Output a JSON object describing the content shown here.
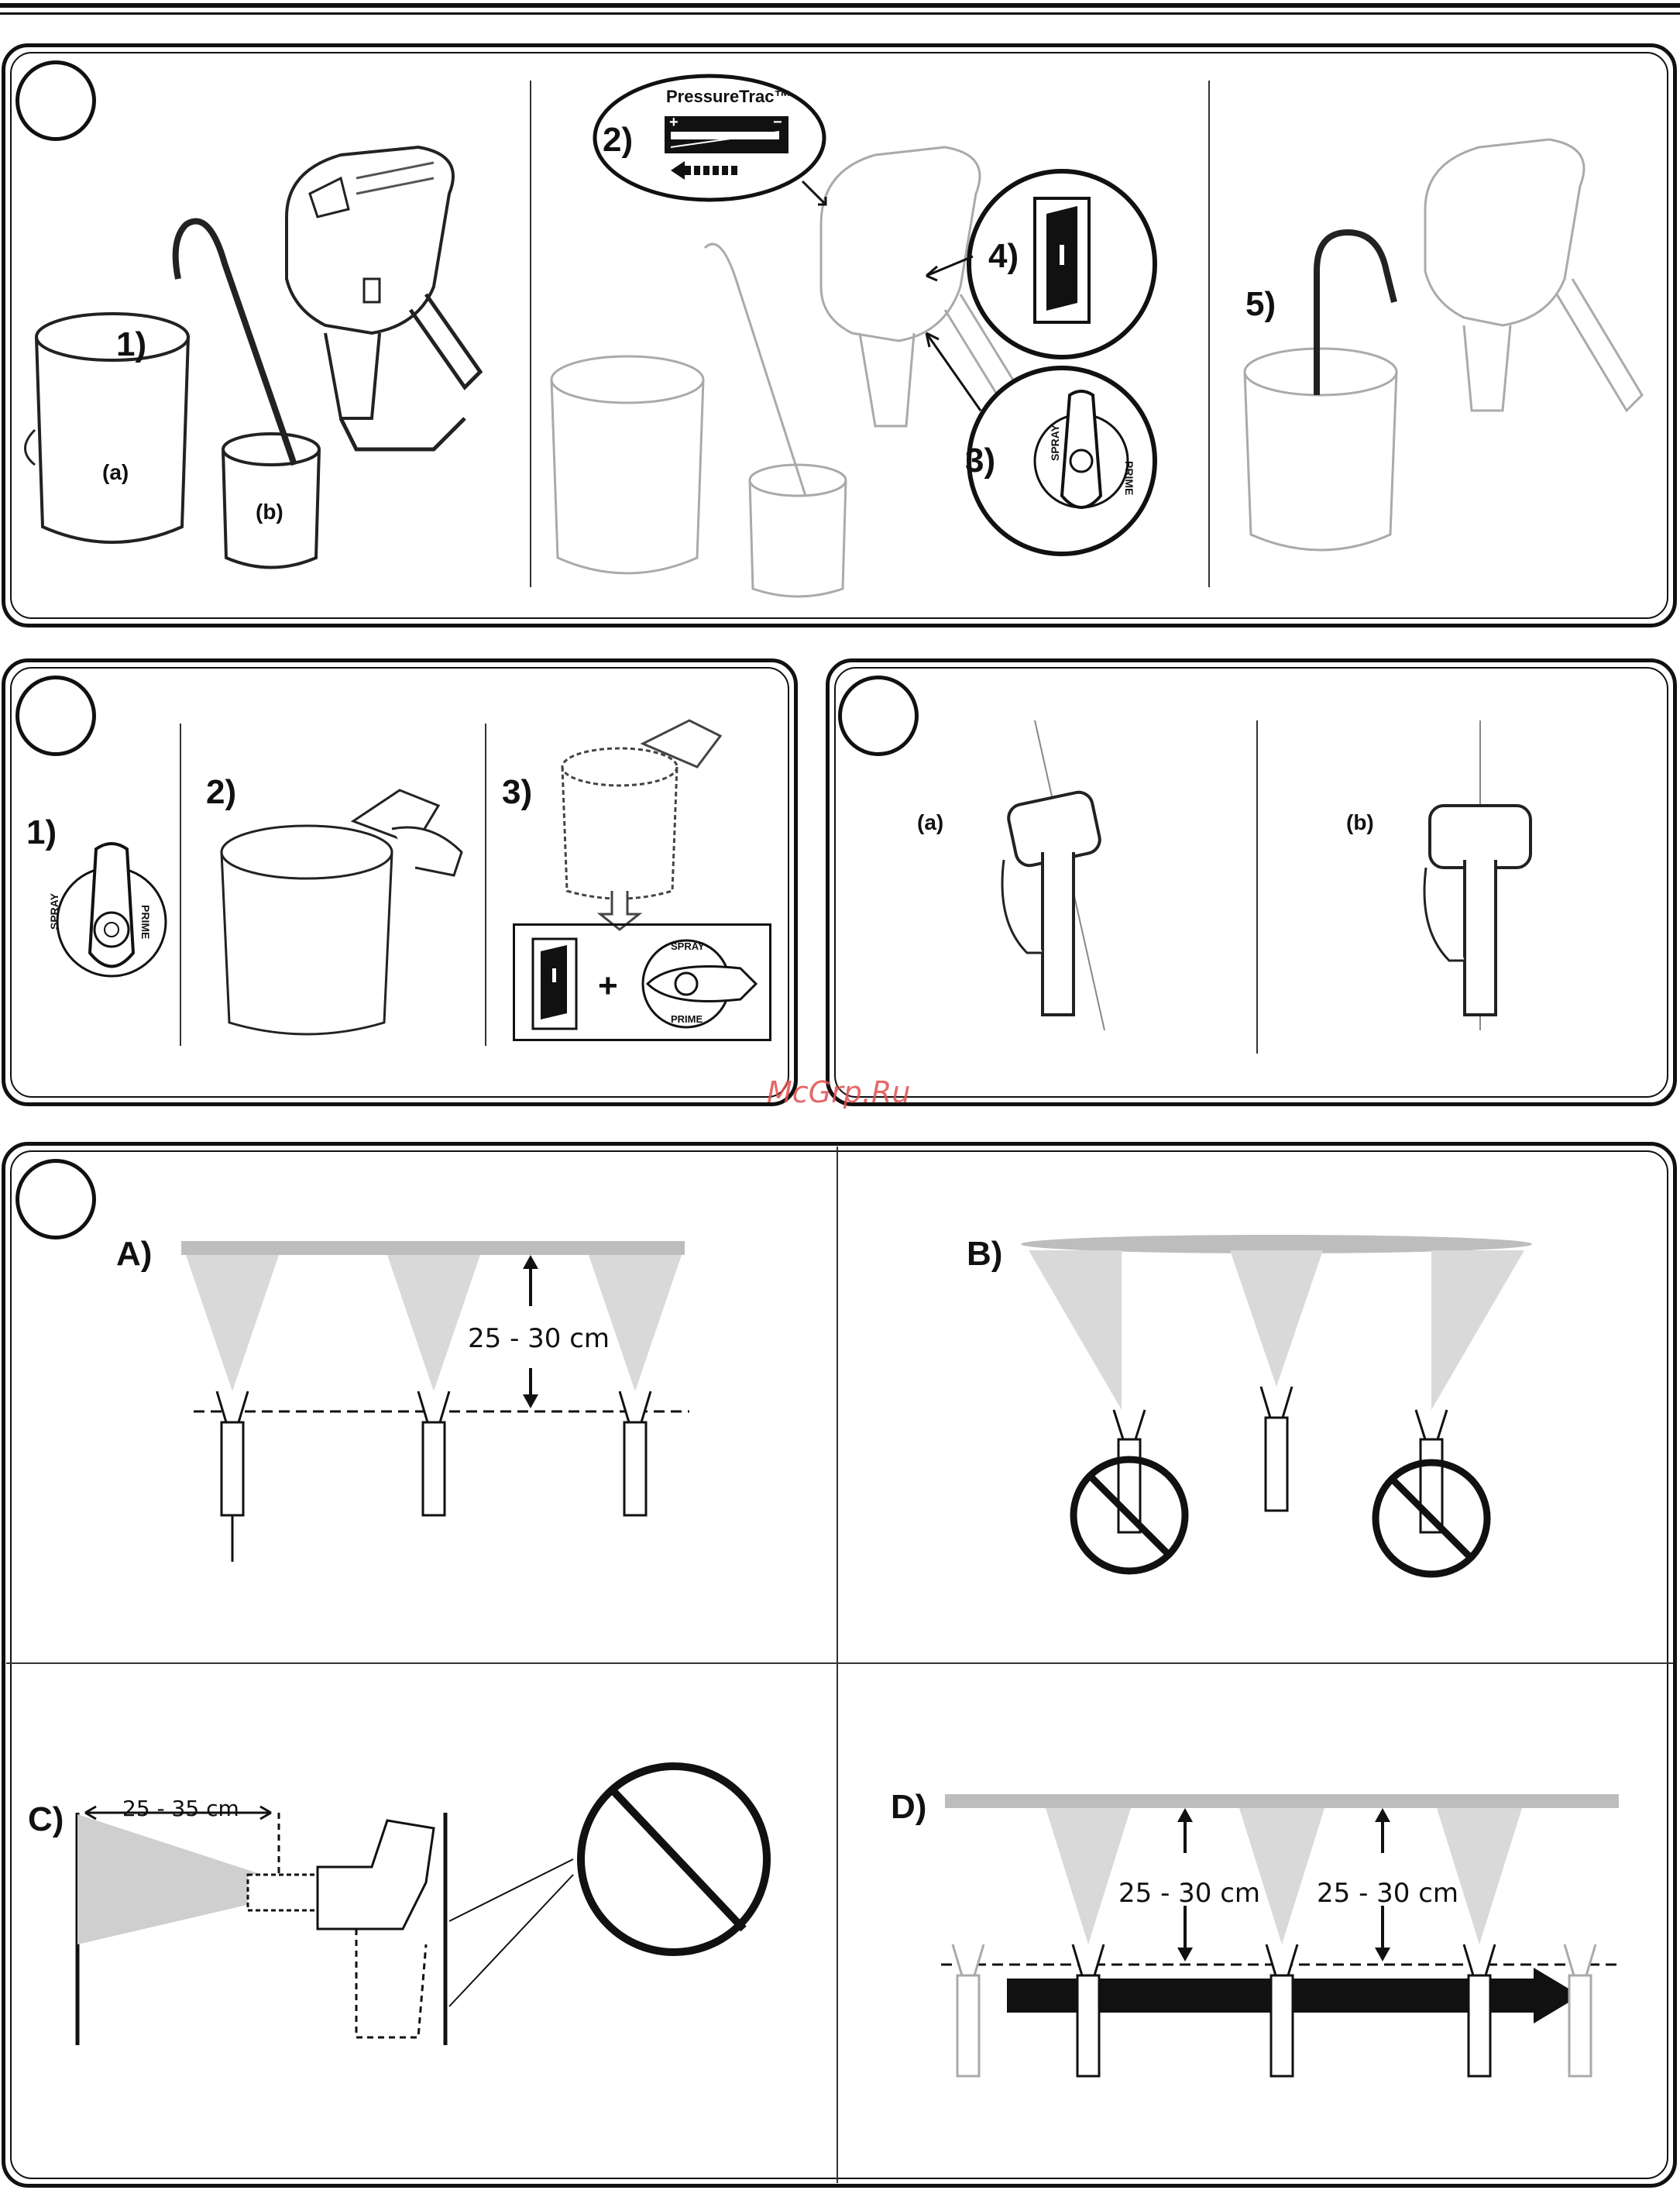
{
  "panel1": {
    "step1": "1)",
    "label_a": "(a)",
    "label_b": "(b)",
    "step2": "2)",
    "brand": "PressureTrac™",
    "step3": "3)",
    "step4": "4)",
    "step5": "5)",
    "spray": "SPRAY",
    "prime": "PRIME"
  },
  "panel2": {
    "step1": "1)",
    "step2": "2)",
    "step3": "3)",
    "spray": "SPRAY",
    "prime": "PRIME",
    "plus": "+"
  },
  "panel3": {
    "label_a": "(a)",
    "label_b": "(b)"
  },
  "watermark": "McGrp.Ru",
  "panel4": {
    "A": "A)",
    "A_distance": "25 - 30 cm",
    "B": "B)",
    "C": "C)",
    "C_distance": "25 - 35 cm",
    "D": "D)",
    "D_distance_1": "25 - 30 cm",
    "D_distance_2": "25 - 30 cm"
  }
}
